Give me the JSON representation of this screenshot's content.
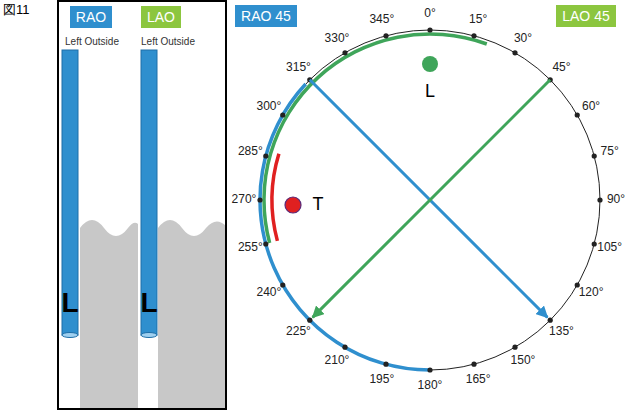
{
  "diagram": {
    "nodes": [
      {
        "text": [
          "RAO"
        ]
      },
      {
        "text": [
          "LAO"
        ]
      },
      {
        "text": [
          "RAO 45"
        ]
      },
      {
        "text": [
          "LAO 45"
        ]
      }
    ],
    "labels": [
      "図11",
      "Left Outside",
      "Left Outside",
      "L",
      "L",
      "0°",
      "15°",
      "30°",
      "45°",
      "60°",
      "75°",
      "90°",
      "105°",
      "120°",
      "135°",
      "150°",
      "165°",
      "180°",
      "195°",
      "210°",
      "225°",
      "240°",
      "255°",
      "270°",
      "285°",
      "300°",
      "315°",
      "330°",
      "345°",
      "L",
      "T"
    ]
  }
}
